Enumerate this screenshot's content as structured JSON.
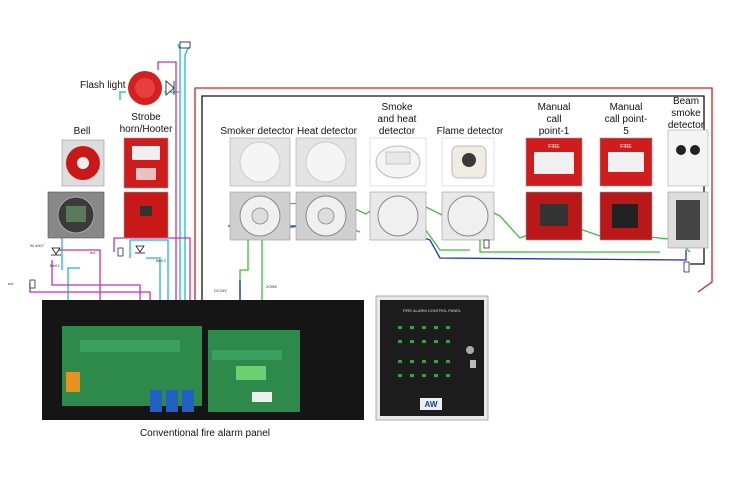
{
  "labels": {
    "flash_light": "Flash light",
    "bell": "Bell",
    "strobe": "Strobe horn/Hooter",
    "smoke_detector": "Smoker detector",
    "heat_detector": "Heat detector",
    "smoke_heat": "Smoke and heat detector",
    "flame": "Flame detector",
    "mcp1": "Manual call point-1",
    "mcp5": "Manual call point-5",
    "beam": "Beam smoke detector",
    "panel_caption": "Conventional fire alarm panel",
    "panel_title": "FIRE ALARM CONTROL PANEL",
    "panel_brand": "AW",
    "fire_text": "FIRE",
    "diode": "IN 4007",
    "bell_term": "Bell 1",
    "bell_term2": "Bell 2",
    "dc24": "DC24V",
    "zone": "ZONE",
    "eol": "eol"
  },
  "colors": {
    "red_wire": "#d42020",
    "cyan_wire": "#1fb5d8",
    "magenta_wire": "#c030c0",
    "green_wire": "#38c038",
    "blue_wire": "#2030c0",
    "black_wire": "#111111",
    "pcb": "#2e8a4a",
    "panel_dark": "#1c1c1c"
  }
}
